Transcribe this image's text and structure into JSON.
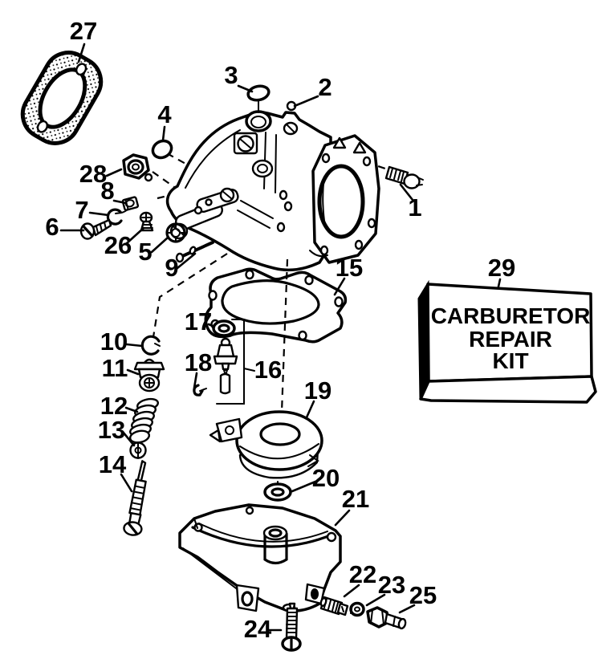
{
  "diagram": {
    "background_color": "#ffffff",
    "ink_color": "#000000",
    "kit_box": {
      "line1": "CARBURETOR",
      "line2": "REPAIR",
      "line3": "KIT"
    },
    "labels": {
      "n1": "1",
      "n2": "2",
      "n3": "3",
      "n4": "4",
      "n5": "5",
      "n6": "6",
      "n7": "7",
      "n8": "8",
      "n9": "9",
      "n10": "10",
      "n11": "11",
      "n12": "12",
      "n13": "13",
      "n14": "14",
      "n15": "15",
      "n16": "16",
      "n17": "17",
      "n18": "18",
      "n19": "19",
      "n20": "20",
      "n21": "21",
      "n22": "22",
      "n23": "23",
      "n24": "24",
      "n25": "25",
      "n26": "26",
      "n27": "27",
      "n28": "28",
      "n29": "29"
    }
  }
}
